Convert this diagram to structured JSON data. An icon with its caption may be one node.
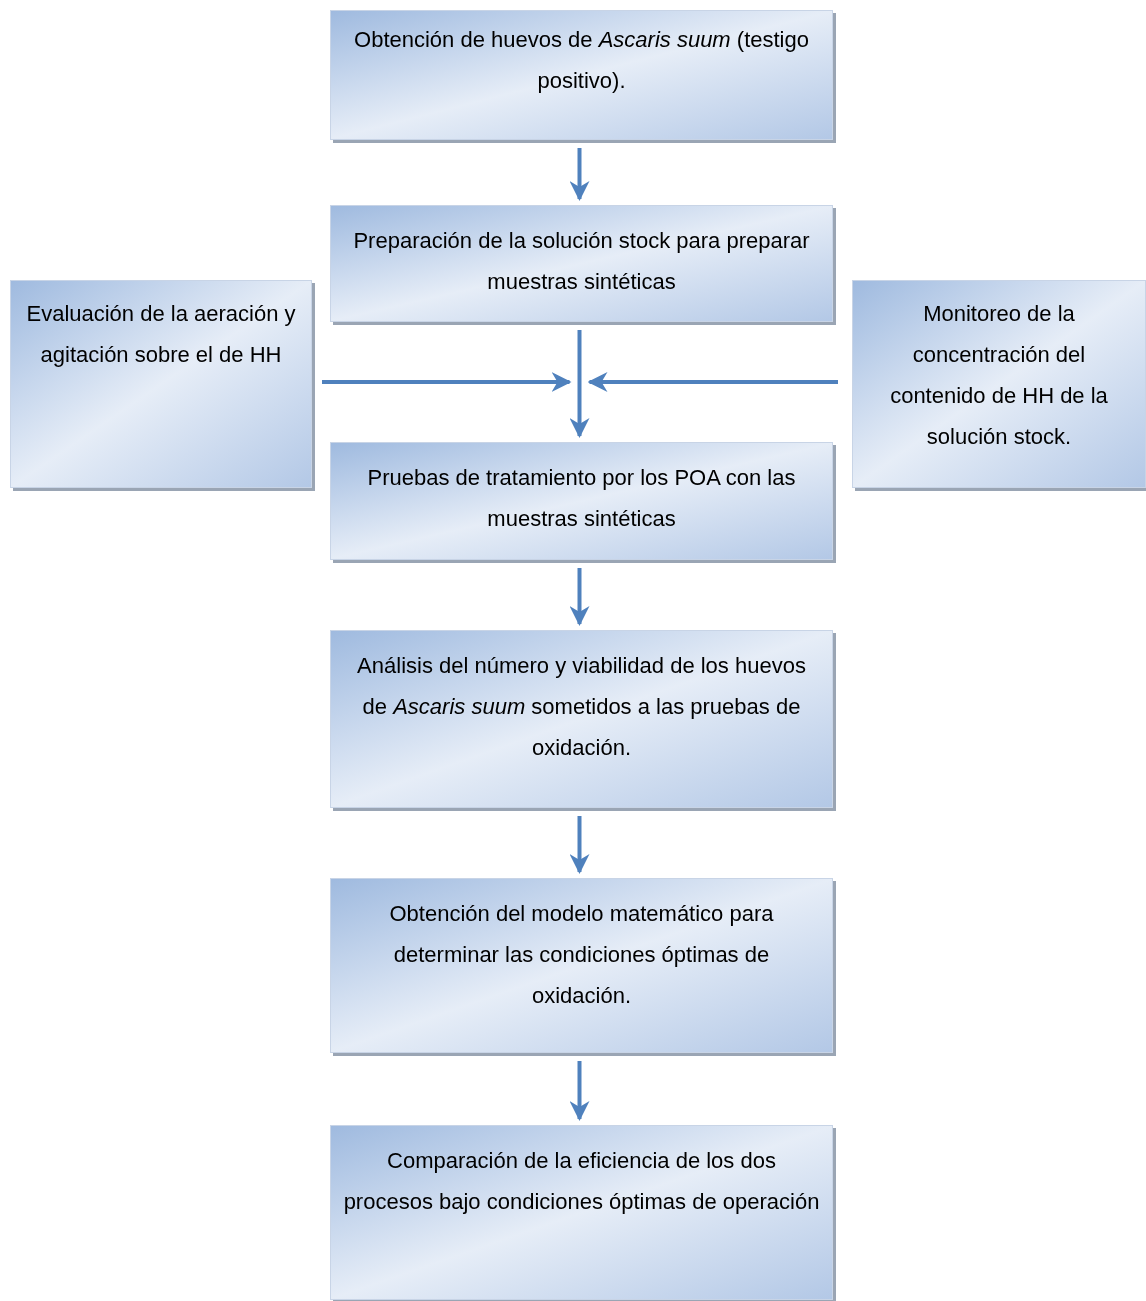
{
  "diagram": {
    "nodes": [
      {
        "text": [
          "Obtención de huevos de *Ascaris suum* (testigo positivo)."
        ]
      },
      {
        "text": [
          "Preparación de la solución stock para preparar muestras sintéticas"
        ]
      },
      {
        "text": [
          "Evaluación de la aeración y agitación sobre el de HH"
        ]
      },
      {
        "text": [
          "Monitoreo de la concentración del contenido de HH de la solución stock."
        ]
      },
      {
        "text": [
          "Pruebas de tratamiento por los POA con las muestras sintéticas"
        ]
      },
      {
        "text": [
          "Análisis del número y viabilidad de los huevos de *Ascaris suum* sometidos a las pruebas de oxidación."
        ]
      },
      {
        "text": [
          "Obtención del modelo matemático para determinar las condiciones óptimas de oxidación."
        ]
      },
      {
        "text": [
          "Comparación de la eficiencia de los dos procesos bajo condiciones óptimas de operación"
        ]
      }
    ],
    "edges": [
      {
        "from": 0,
        "to": 1,
        "arrow": "to"
      },
      {
        "from": 1,
        "to": 4,
        "arrow": "to"
      },
      {
        "from": 2,
        "to": 4,
        "arrow": "to"
      },
      {
        "from": 3,
        "to": 4,
        "arrow": "to"
      },
      {
        "from": 4,
        "to": 5,
        "arrow": "to"
      },
      {
        "from": 5,
        "to": 6,
        "arrow": "to"
      },
      {
        "from": 6,
        "to": 7,
        "arrow": "to"
      }
    ]
  }
}
